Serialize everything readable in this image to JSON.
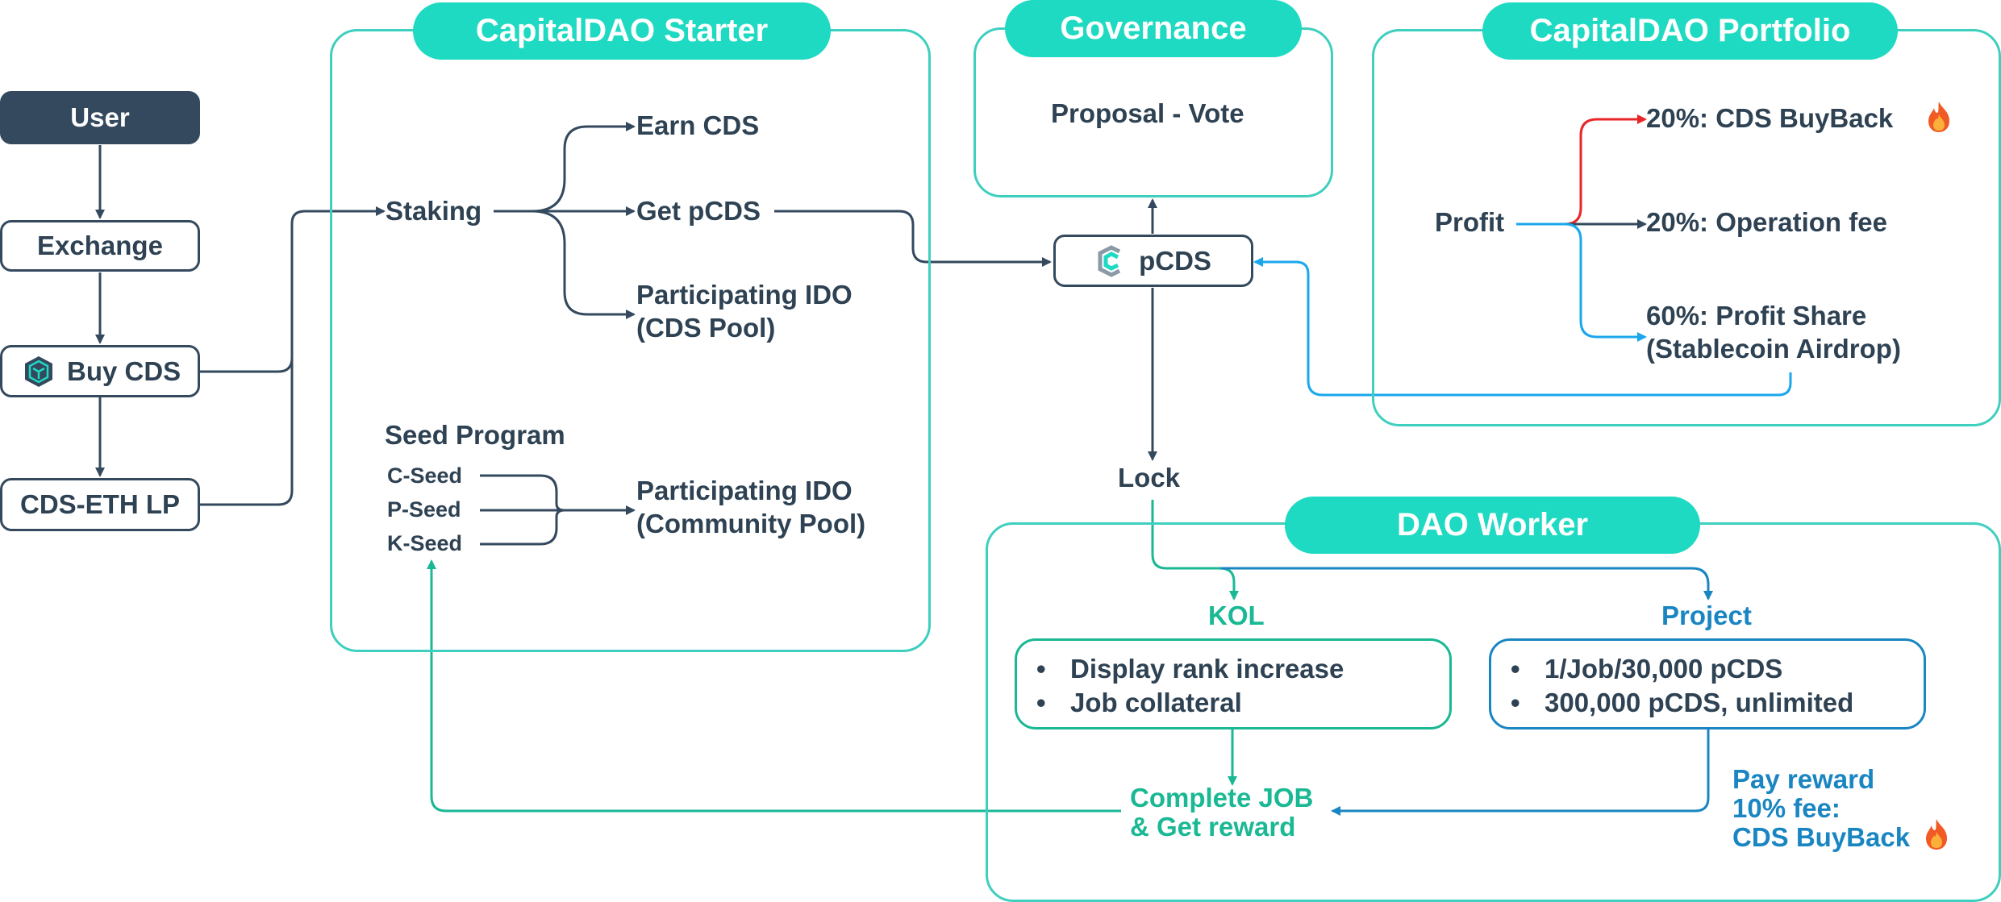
{
  "colors": {
    "teal_accent": "#1fdac2",
    "group_border": "#3ecfbf",
    "dark_navy": "#34495e",
    "text": "#2e4253",
    "kol_green": "#1ab894",
    "project_blue": "#1986c2",
    "airdrop_blue": "#1aa7ec",
    "buyback_red": "#e8262a"
  },
  "flow": {
    "user": "User",
    "exchange": "Exchange",
    "buy_cds": "Buy CDS",
    "cds_eth_lp": "CDS-ETH LP",
    "cds_icon": "cube-icon"
  },
  "starter": {
    "title": "CapitalDAO Starter",
    "staking": "Staking",
    "earn_cds": "Earn CDS",
    "get_pcds": "Get pCDS",
    "ido_cds_line1": "Participating IDO",
    "ido_cds_line2": "(CDS Pool)",
    "seed_program": "Seed Program",
    "seeds": [
      "C-Seed",
      "P-Seed",
      "K-Seed"
    ],
    "ido_community_line1": "Participating IDO",
    "ido_community_line2": "(Community Pool)"
  },
  "governance": {
    "title": "Governance",
    "proposal": "Proposal - Vote"
  },
  "pcds": {
    "label": "pCDS",
    "icon": "capitaldao-logo-icon",
    "lock": "Lock"
  },
  "portfolio": {
    "title": "CapitalDAO Portfolio",
    "profit": "Profit",
    "buyback": "20%: CDS BuyBack",
    "operation": "20%: Operation fee",
    "share_line1": "60%: Profit Share",
    "share_line2": "(Stablecoin Airdrop)",
    "fire_icon": "fire-icon"
  },
  "worker": {
    "title": "DAO Worker",
    "kol": "KOL",
    "project": "Project",
    "kol_items": [
      "Display rank increase",
      "Job collateral"
    ],
    "project_items": [
      "1/Job/30,000 pCDS",
      "300,000 pCDS, unlimited"
    ],
    "complete_line1": "Complete JOB",
    "complete_line2": "& Get reward",
    "pay_line1": "Pay reward",
    "pay_line2": "10% fee:",
    "pay_line3": "CDS BuyBack",
    "bullet": "•"
  }
}
